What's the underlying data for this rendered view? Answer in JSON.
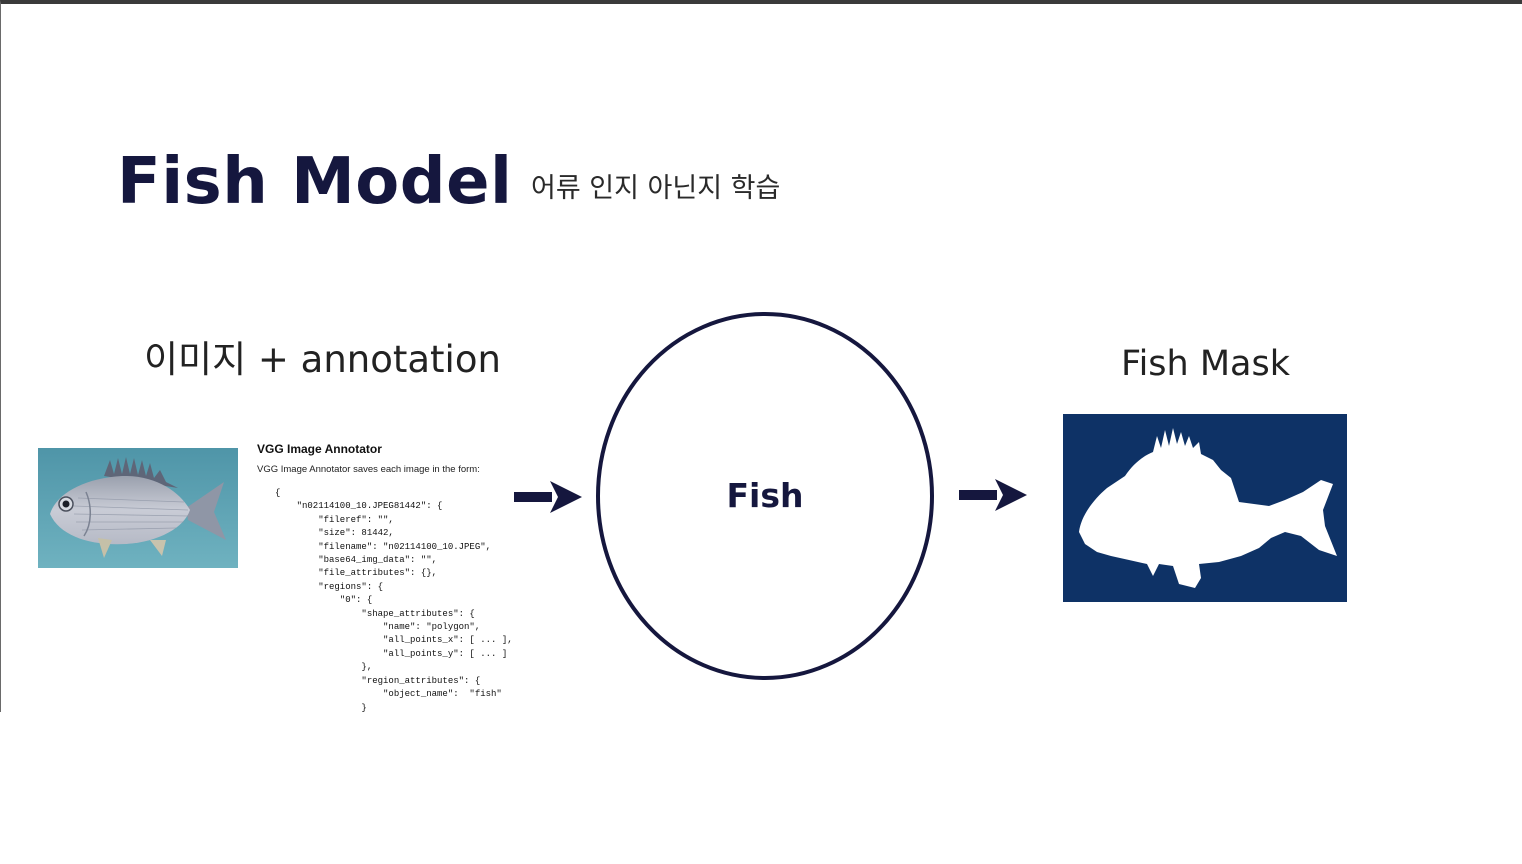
{
  "title": "Fish Model",
  "subtitle": "어류 인지 아닌지 학습",
  "input": {
    "label": "이미지 + annotation",
    "photo_icon": "fish-photo",
    "annotator": {
      "heading": "VGG Image Annotator",
      "intro": "VGG Image Annotator saves each image in the form:",
      "code_lines": [
        "{",
        "    \"n02114100_10.JPEG81442\": {",
        "        \"fileref\": \"\",",
        "        \"size\": 81442,",
        "        \"filename\": \"n02114100_10.JPEG\",",
        "        \"base64_img_data\": \"\",",
        "        \"file_attributes\": {},",
        "        \"regions\": {",
        "            \"0\": {",
        "                \"shape_attributes\": {",
        "                    \"name\": \"polygon\",",
        "                    \"all_points_x\": [ ... ],",
        "                    \"all_points_y\": [ ... ]",
        "                },",
        "                \"region_attributes\": {",
        "                    \"object_name\":  \"fish\"",
        "                }"
      ]
    }
  },
  "model": {
    "label": "Fish"
  },
  "output": {
    "label": "Fish Mask",
    "mask_icon": "fish-silhouette"
  },
  "colors": {
    "navy": "#15173e",
    "mask_background": "#0e3266",
    "photo_background": "#5aa1b3"
  }
}
